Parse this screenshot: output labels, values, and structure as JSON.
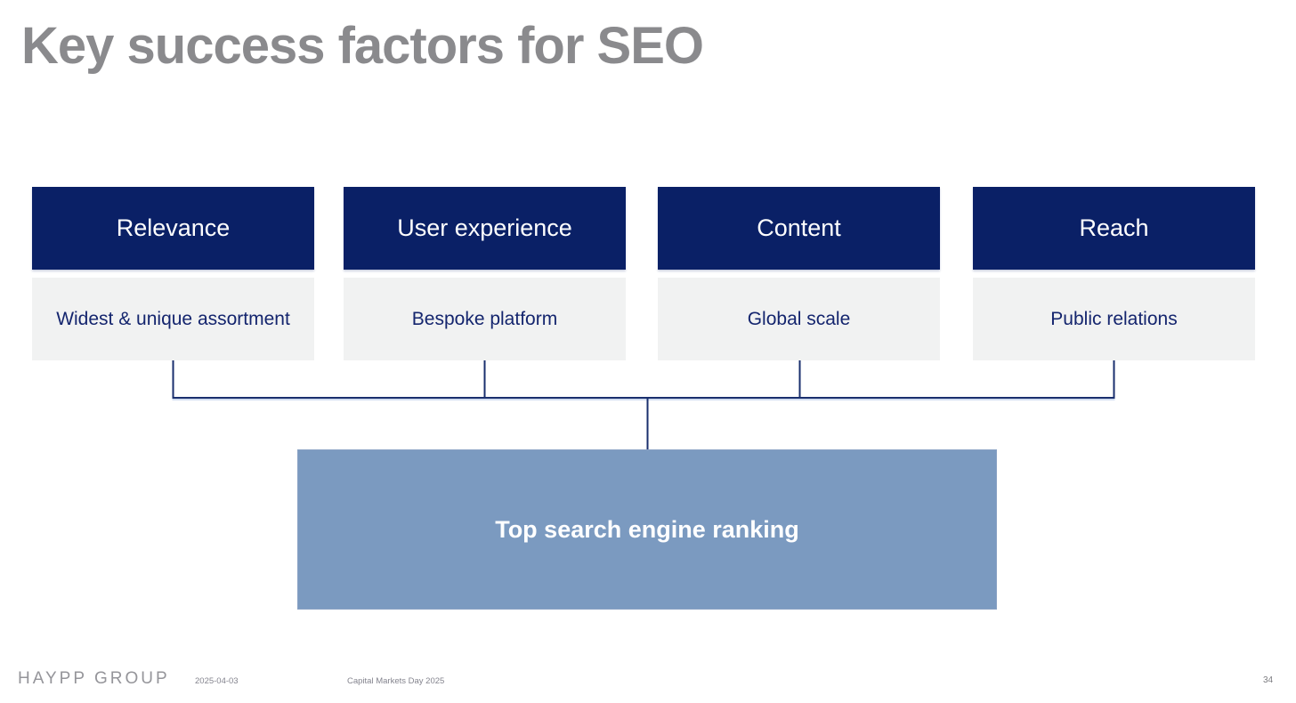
{
  "slide": {
    "title": "Key success factors for SEO",
    "columns": [
      {
        "header": "Relevance",
        "detail": "Widest & unique assortment"
      },
      {
        "header": "User experience",
        "detail": "Bespoke platform"
      },
      {
        "header": "Content",
        "detail": "Global scale"
      },
      {
        "header": "Reach",
        "detail": "Public relations"
      }
    ],
    "result_box": "Top search engine ranking",
    "footer": {
      "logo": "HAYPP GROUP",
      "date": "2025-04-03",
      "event": "Capital Markets Day 2025",
      "page": "34"
    },
    "colors": {
      "title_gray": "#8A8A8D",
      "header_navy": "#0A2066",
      "detail_bg": "#F1F2F2",
      "detail_text": "#14256E",
      "result_blue": "#7B9AC0",
      "connector": "#1A2F6E",
      "footer_gray": "#95959A"
    }
  }
}
